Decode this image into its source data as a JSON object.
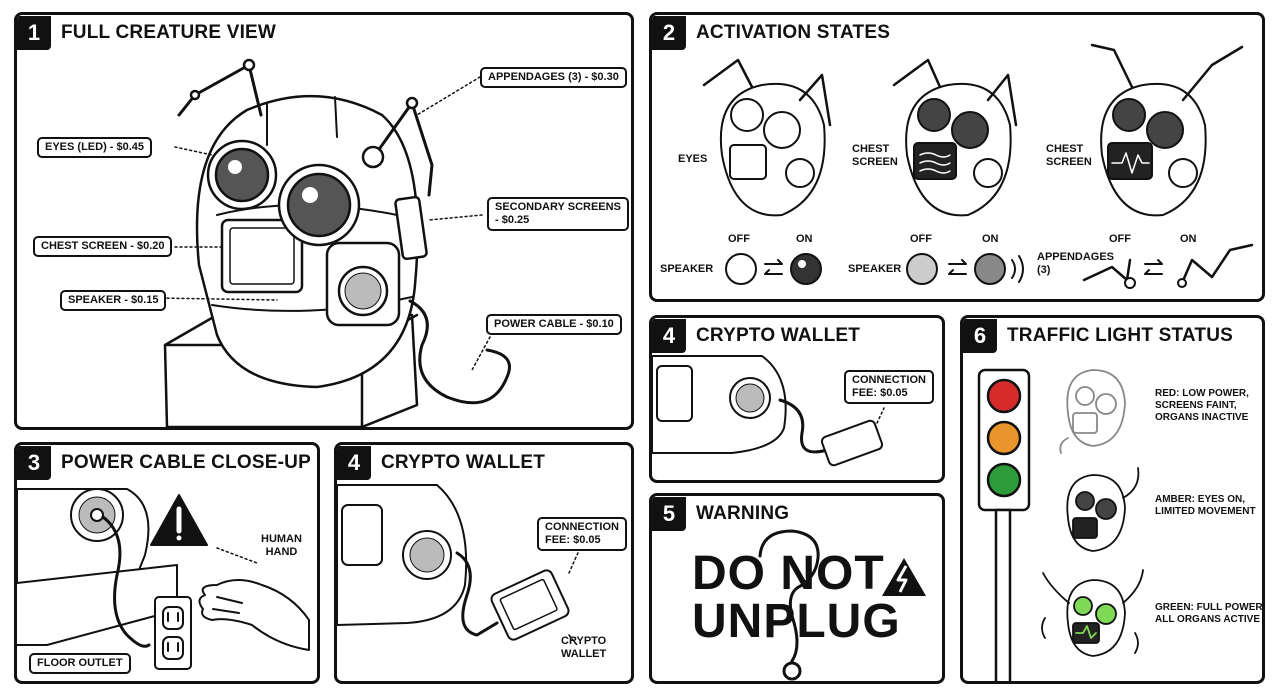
{
  "panels": {
    "p1": {
      "number": "1",
      "title": "FULL CREATURE VIEW",
      "labels": {
        "appendages": "APPENDAGES (3) - $0.30",
        "eyes": "EYES (LED) - $0.45",
        "secondary_l1": "SECONDARY SCREENS",
        "secondary_l2": "- $0.25",
        "chest": "CHEST SCREEN - $0.20",
        "speaker": "SPEAKER - $0.15",
        "power": "POWER CABLE - $0.10"
      }
    },
    "p2": {
      "number": "2",
      "title": "ACTIVATION STATES",
      "labels": {
        "eyes": "EYES",
        "chest1_l1": "CHEST",
        "chest1_l2": "SCREEN",
        "chest2_l1": "CHEST",
        "chest2_l2": "SCREEN",
        "off1": "OFF",
        "on1": "ON",
        "speaker1": "SPEAKER",
        "off2": "OFF",
        "on2": "ON",
        "speaker2": "SPEAKER",
        "off3": "OFF",
        "on3": "ON",
        "appendages_l1": "APPENDAGES",
        "appendages_l2": "(3)"
      }
    },
    "p3": {
      "number": "3",
      "title": "POWER CABLE CLOSE-UP",
      "labels": {
        "hand_l1": "HUMAN",
        "hand_l2": "HAND",
        "outlet": "FLOOR OUTLET"
      }
    },
    "p4a": {
      "number": "4",
      "title": "CRYPTO WALLET",
      "labels": {
        "fee_l1": "CONNECTION",
        "fee_l2": "FEE: $0.05",
        "wallet_l1": "CRYPTO",
        "wallet_l2": "WALLET"
      }
    },
    "p4b": {
      "number": "4",
      "title": "CRYPTO WALLET",
      "labels": {
        "fee_l1": "CONNECTION",
        "fee_l2": "FEE: $0.05"
      }
    },
    "p5": {
      "number": "5",
      "title": "WARNING",
      "line1": "DO NOT",
      "line2": "UNPLUG"
    },
    "p6": {
      "number": "6",
      "title": "TRAFFIC LIGHT STATUS",
      "states": [
        {
          "l1": "RED: LOW POWER,",
          "l2": "SCREENS FAINT,",
          "l3": "ORGANS INACTIVE"
        },
        {
          "l1": "AMBER: EYES ON,",
          "l2": "LIMITED MOVEMENT"
        },
        {
          "l1": "GREEN: FULL POWER,",
          "l2": "ALL ORGANS ACTIVE"
        }
      ]
    }
  },
  "colors": {
    "ink": "#111111",
    "red": "#d52b2b",
    "amber": "#e8952b",
    "green": "#2e9b3a",
    "led_green": "#7ed957"
  }
}
